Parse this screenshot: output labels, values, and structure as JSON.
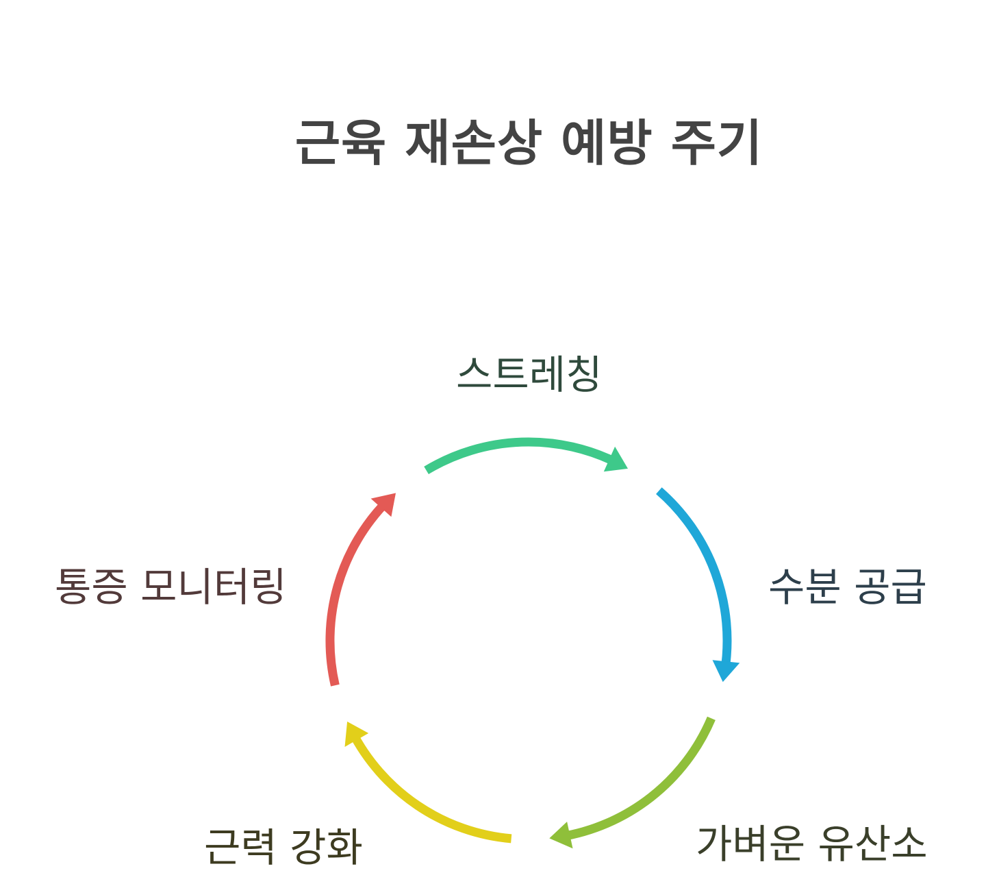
{
  "title": "근육 재손상 예방 주기",
  "steps": [
    {
      "label": "스트레칭",
      "color": "#3ec98a"
    },
    {
      "label": "수분 공급",
      "color": "#1fa7d8"
    },
    {
      "label": "가벼운 유산소",
      "color": "#8fbf3a"
    },
    {
      "label": "근력 강화",
      "color": "#e2cf1a"
    },
    {
      "label": "통증 모니터링",
      "color": "#e35a55"
    }
  ]
}
